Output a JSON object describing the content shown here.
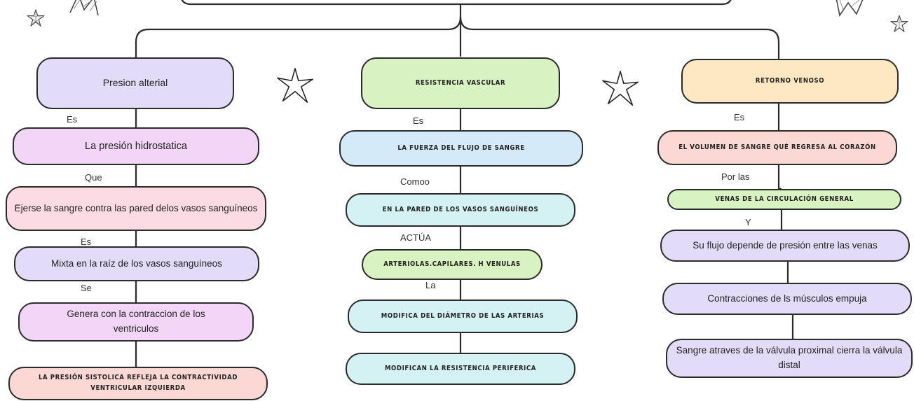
{
  "colors": {
    "lavender": "#e3dcf9",
    "pink": "#f3d6f7",
    "rose": "#fcdbe4",
    "green": "#d8f2c2",
    "blue": "#d4eaf8",
    "cyan": "#d4f1f4",
    "peach": "#fde8c2",
    "salmon": "#fbd8d4",
    "line": "#2b2b2b"
  },
  "decor": [
    "star-icon",
    "star-outline-icon"
  ],
  "branches": [
    {
      "header": "Presion alterial",
      "nodes": [
        "La presión hidrostatica",
        "Ejerse la sangre contra las pared delos vasos sanguíneos",
        "Mixta en la raíz de los vasos sanguíneos",
        "Genera con la contraccion de los ventriculos",
        "LA PRESIÓN SISTOLICA REFLEJA LA CONTRACTIVIDAD VENTRICULAR IZQUIERDA"
      ],
      "connectors": [
        "Es",
        "Que",
        "Es",
        "Se"
      ]
    },
    {
      "header": "RESISTENCIA VASCULAR",
      "nodes": [
        "LA FUERZA DEL FLUJO DE SANGRE",
        "EN LA PARED DE LOS VASOS SANGUÍNEOS",
        "ARTERIOLAS.CAPILARES. H VENULAS",
        "MODIFICA  DEL DIÁMETRO DE LAS ARTERIAS",
        "MODIFICAN LA RESISTENCIA PERIFERICA"
      ],
      "connectors": [
        "Es",
        "Comoo",
        "ACTÚA",
        "La"
      ]
    },
    {
      "header": "RETORNO VENOSO",
      "nodes": [
        "EL VOLUMEN DE SANGRE QUÉ REGRESA AL CORAZÓN",
        "VENAS DE LA CIRCULACIÓN GENERAL",
        "Su flujo depende de presión entre las venas",
        "Contracciones de ls músculos empuja",
        "Sangre atraves de la válvula proximal cierra la válvula distal"
      ],
      "connectors": [
        "Es",
        "Por las",
        "Y"
      ]
    }
  ]
}
